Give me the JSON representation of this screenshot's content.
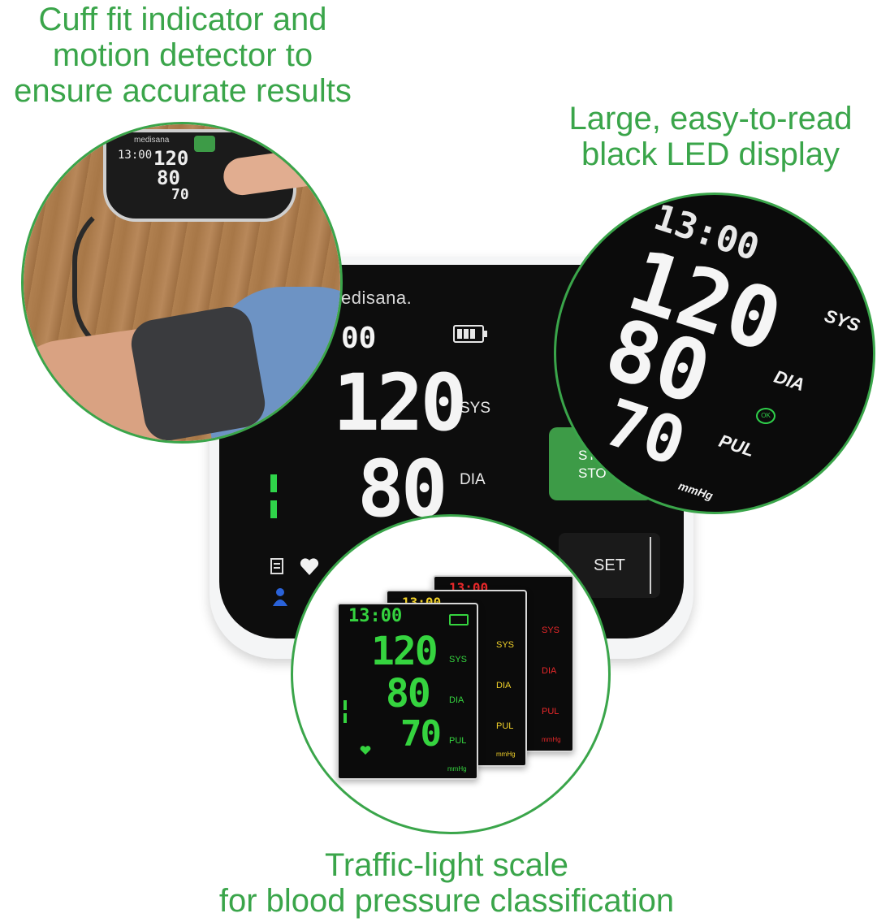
{
  "captions": {
    "top_left": [
      "Cuff fit indicator and",
      "motion detector to",
      "ensure accurate results"
    ],
    "top_right": [
      "Large, easy-to-read",
      "black LED display"
    ],
    "bottom": [
      "Traffic-light scale",
      "for blood pressure classification"
    ]
  },
  "device": {
    "brand": "edisana.",
    "time": "00",
    "sys": "120",
    "dia": "80",
    "sys_label": "SYS",
    "dia_label": "DIA",
    "start_label_top": "ST",
    "start_label_bottom": "STO",
    "set_label": "SET"
  },
  "photo_device": {
    "brand": "medisana",
    "time": "13:00",
    "sys": "120",
    "dia": "80",
    "pul": "70"
  },
  "zoom_display": {
    "time": "13:00",
    "sys": "120",
    "dia": "80",
    "pul": "70",
    "sys_label": "SYS",
    "dia_label": "DIA",
    "pul_label": "PUL",
    "unit": "mmHg",
    "ok_label": "OK"
  },
  "traffic_panels": {
    "time": "13:00",
    "sys": "120",
    "dia": "80",
    "pul": "70",
    "sys_label": "SYS",
    "dia_label": "DIA",
    "pul_label": "PUL",
    "unit": "mmHg",
    "colors": {
      "green": "#35d43f",
      "yellow": "#f2d22a",
      "red": "#e8282a"
    }
  },
  "colors": {
    "accent": "#3aa54a",
    "panel": "#0d0d0d"
  }
}
